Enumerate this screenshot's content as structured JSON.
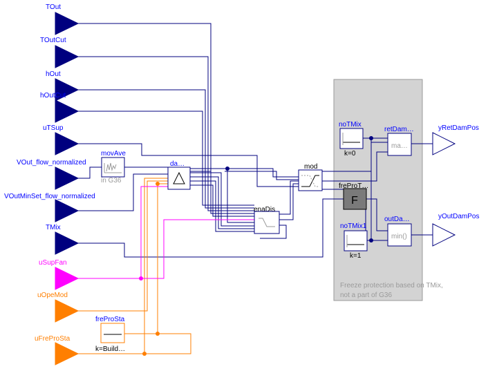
{
  "inputs": {
    "tout": "TOut",
    "toutcut": "TOutCut",
    "hout": "hOut",
    "houtcut": "hOutCut",
    "utsup": "uTSup",
    "vout_flow": "VOut_flow_normalized",
    "voutminset": "VOutMinSet_flow_normalized",
    "tmix": "TMix",
    "usupfan": "uSupFan",
    "uopemod": "uOpeMod",
    "ufreprosta": "uFreProSta"
  },
  "outputs": {
    "yretdampos": "yRetDamPos",
    "youtdampos": "yOutDamPos"
  },
  "blocks": {
    "movave_name": "movAve",
    "movave_param": "in G36",
    "damlim_name": "da…",
    "enadis_name": "enaDis",
    "mod_name": "mod",
    "freprosta_name": "freProSta",
    "freprosta_param": "k=Build…",
    "notmix_name": "noTMix",
    "notmix_param": "k=0",
    "notmix1_name": "noTMix1",
    "notmix1_param": "k=1",
    "freprot_name": "freProT…",
    "freprot_glyph": "F",
    "retdam_name": "retDam…",
    "retdam_inner": "ma…",
    "outdam_name": "outDa…",
    "outdam_inner": "min()"
  },
  "group_box": {
    "note_line1": "Freeze protection based on TMix,",
    "note_line2": "not a part of G36"
  },
  "colors": {
    "real_signal": "#00007f",
    "label_blue": "#0000ff",
    "integer_signal": "#ff7f00",
    "boolean_signal": "#ff00ff",
    "group_fill": "#d3d3d3"
  }
}
